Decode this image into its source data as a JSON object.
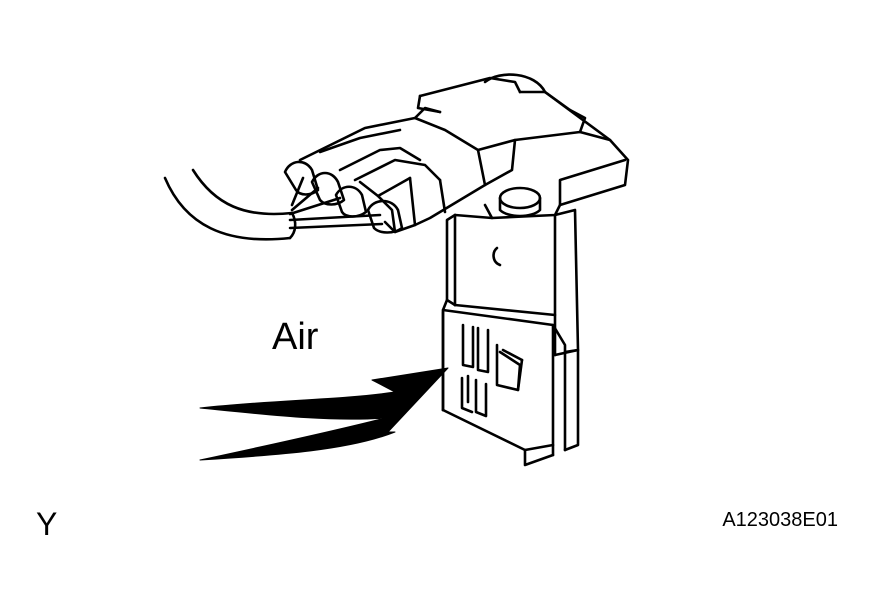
{
  "diagram": {
    "air_label": "Air",
    "corner_mark": "Y",
    "figure_id": "A123038E01"
  },
  "colors": {
    "line": "#000000",
    "background": "#ffffff"
  }
}
